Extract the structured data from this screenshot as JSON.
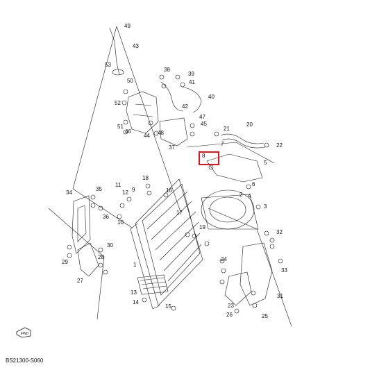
{
  "diagram": {
    "code": "BS21300-S060",
    "fwd_label": "FWD",
    "highlight_color": "#e0141e",
    "line_color": "#1a1a1a",
    "callouts": [
      "1",
      "2",
      "3",
      "4",
      "5",
      "6",
      "7",
      "8",
      "9",
      "10",
      "11",
      "12",
      "13",
      "14",
      "15",
      "16",
      "17",
      "18",
      "19",
      "20",
      "21",
      "22",
      "23",
      "24",
      "25",
      "26",
      "27",
      "28",
      "29",
      "30",
      "31",
      "32",
      "33",
      "34",
      "35",
      "36",
      "37",
      "38",
      "39",
      "40",
      "41",
      "42",
      "43",
      "44",
      "45",
      "46",
      "47",
      "48",
      "49",
      "50",
      "51",
      "52",
      "53"
    ],
    "highlighted_part": "8"
  }
}
